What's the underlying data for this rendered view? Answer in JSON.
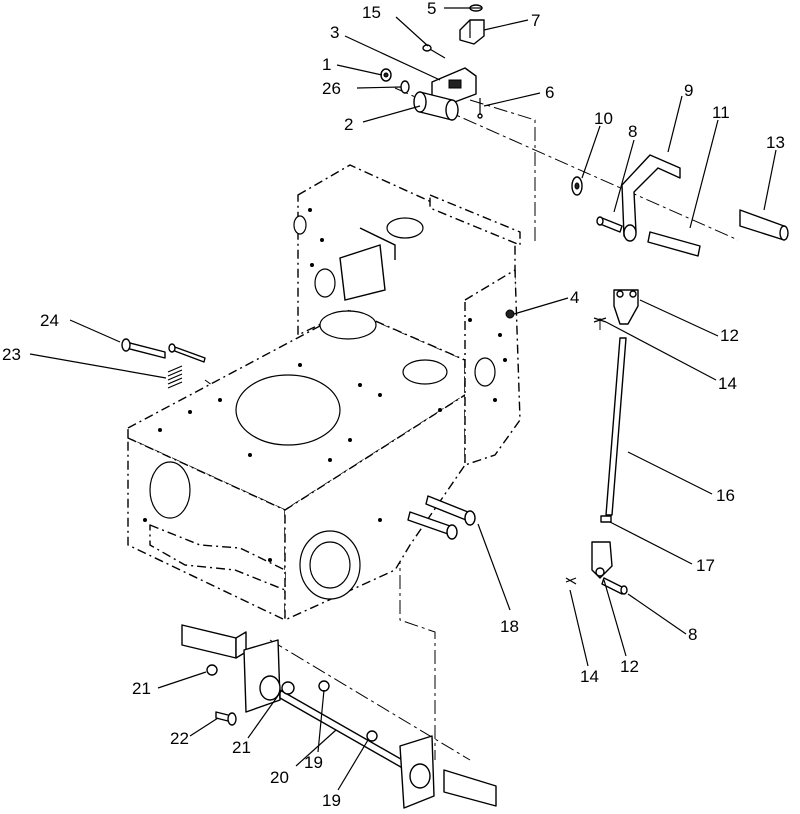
{
  "callouts": [
    {
      "label": "5"
    },
    {
      "label": "15"
    },
    {
      "label": "7"
    },
    {
      "label": "3"
    },
    {
      "label": "1"
    },
    {
      "label": "26"
    },
    {
      "label": "2"
    },
    {
      "label": "6"
    },
    {
      "label": "9"
    },
    {
      "label": "11"
    },
    {
      "label": "10"
    },
    {
      "label": "8"
    },
    {
      "label": "13"
    },
    {
      "label": "4"
    },
    {
      "label": "24"
    },
    {
      "label": "12"
    },
    {
      "label": "23"
    },
    {
      "label": "14"
    },
    {
      "label": "16"
    },
    {
      "label": "17"
    },
    {
      "label": "18"
    },
    {
      "label": "8"
    },
    {
      "label": "14"
    },
    {
      "label": "12"
    },
    {
      "label": "21"
    },
    {
      "label": "22"
    },
    {
      "label": "21"
    },
    {
      "label": "19"
    },
    {
      "label": "20"
    },
    {
      "label": "19"
    }
  ]
}
